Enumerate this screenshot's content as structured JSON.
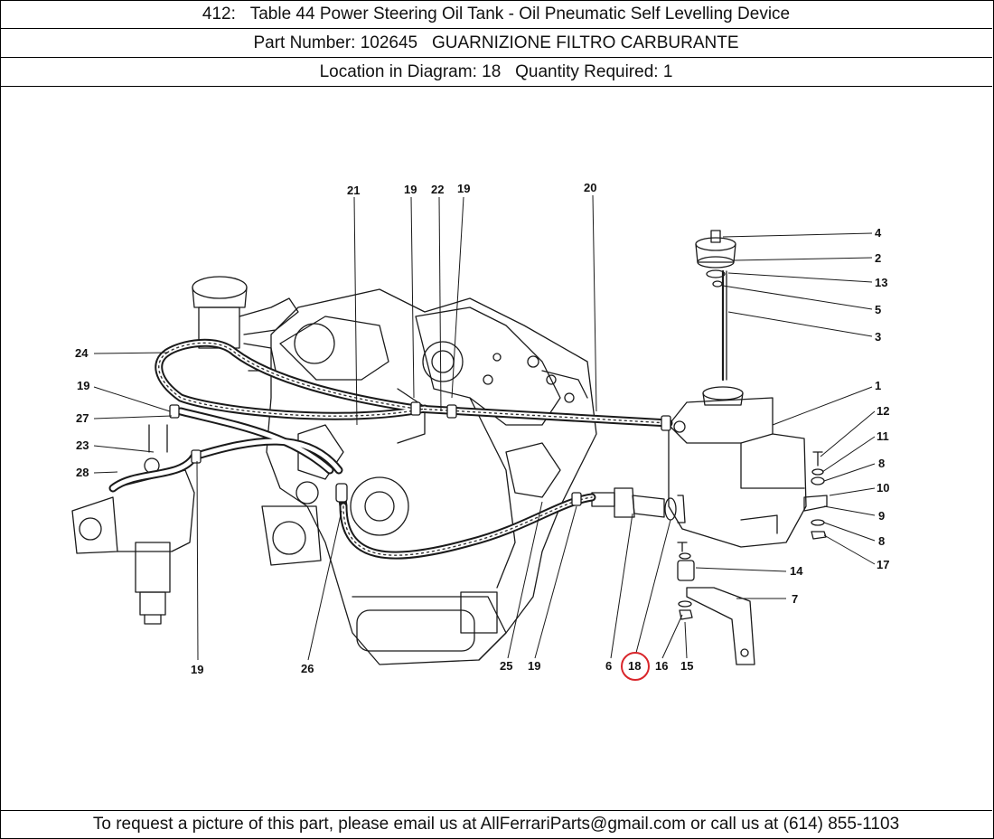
{
  "header": {
    "title_number": "412:",
    "title": "Table 44 Power Steering Oil Tank - Oil Pneumatic Self Levelling Device",
    "part_number_label": "Part Number:",
    "part_number": "102645",
    "part_name": "GUARNIZIONE FILTRO CARBURANTE",
    "location_label": "Location in Diagram:",
    "location": "18",
    "quantity_label": "Quantity Required:",
    "quantity": "1"
  },
  "diagram": {
    "highlight_color": "#d9262b",
    "highlighted_callout": "18",
    "callouts": {
      "c1": "1",
      "c2": "2",
      "c3": "3",
      "c4": "4",
      "c5": "5",
      "c6": "6",
      "c7": "7",
      "c8a": "8",
      "c8b": "8",
      "c9": "9",
      "c10": "10",
      "c11": "11",
      "c12": "12",
      "c13": "13",
      "c14": "14",
      "c15": "15",
      "c16": "16",
      "c17": "17",
      "c18": "18",
      "c19a": "19",
      "c19b": "19",
      "c19c": "19",
      "c19d": "19",
      "c19e": "19",
      "c20": "20",
      "c21": "21",
      "c22": "22",
      "c23": "23",
      "c24": "24",
      "c25": "25",
      "c26": "26",
      "c27": "27",
      "c28": "28"
    }
  },
  "footer": {
    "text": "To request a picture of this part, please email us at AllFerrariParts@gmail.com or call us at (614) 855-1103"
  }
}
